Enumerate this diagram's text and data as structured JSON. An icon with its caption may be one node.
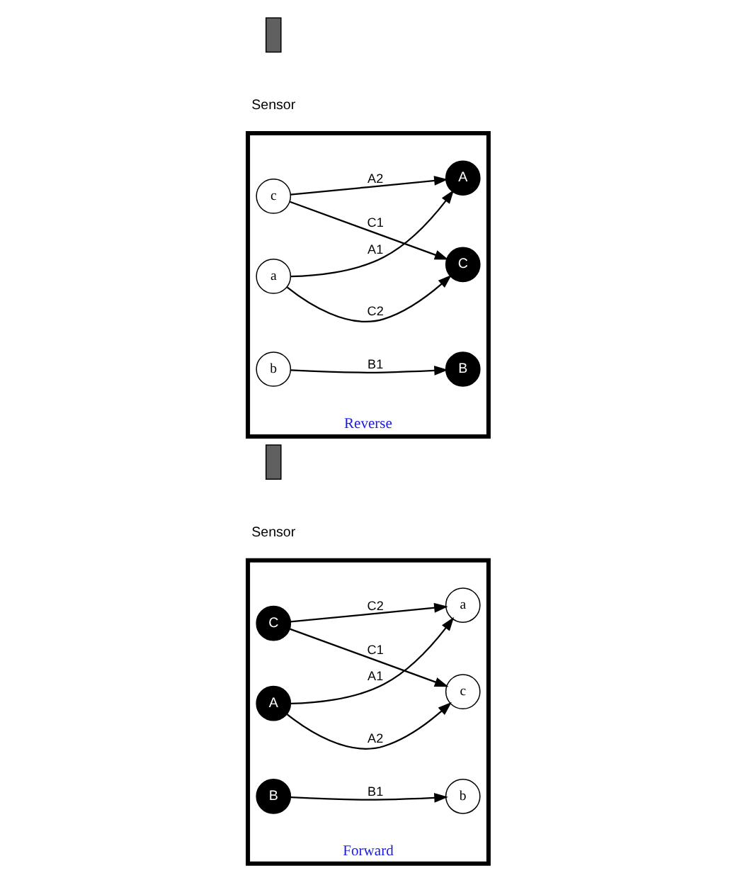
{
  "diagram": {
    "nodes": [
      {
        "text": [
          "Forward"
        ]
      },
      {
        "text": [
          "A"
        ],
        "in": 0
      },
      {
        "text": [
          "B"
        ],
        "in": 0
      },
      {
        "text": [
          "C"
        ],
        "in": 0
      },
      {
        "text": [
          "a"
        ],
        "in": 0
      },
      {
        "text": [
          "b"
        ],
        "in": 0
      },
      {
        "text": [
          "c"
        ],
        "in": 0
      },
      {
        "text": [],
        "shape": "box",
        "beside": [
          "Sensor"
        ]
      },
      {
        "text": [
          "Reverse"
        ]
      },
      {
        "text": [
          "A"
        ],
        "in": 8
      },
      {
        "text": [
          "B"
        ],
        "in": 8
      },
      {
        "text": [
          "C"
        ],
        "in": 8
      },
      {
        "text": [
          "a"
        ],
        "in": 8
      },
      {
        "text": [
          "b"
        ],
        "in": 8
      },
      {
        "text": [
          "c"
        ],
        "in": 8
      },
      {
        "text": [],
        "shape": "box",
        "beside": [
          "Sensor"
        ]
      }
    ],
    "edges": [
      {
        "from": 1,
        "to": 4,
        "arrow": "to",
        "label": "A1"
      },
      {
        "from": 1,
        "to": 6,
        "arrow": "to",
        "label": "A2"
      },
      {
        "from": 2,
        "to": 5,
        "arrow": "to",
        "label": "B1"
      },
      {
        "from": 3,
        "to": 4,
        "arrow": "to",
        "label": "C2"
      },
      {
        "from": 3,
        "to": 6,
        "arrow": "to",
        "label": "C1"
      },
      {
        "from": 12,
        "to": 9,
        "arrow": "to",
        "label": "A1"
      },
      {
        "from": 14,
        "to": 9,
        "arrow": "to",
        "label": "A2"
      },
      {
        "from": 13,
        "to": 10,
        "arrow": "to",
        "label": "B1"
      },
      {
        "from": 12,
        "to": 11,
        "arrow": "to",
        "label": "C2"
      },
      {
        "from": 14,
        "to": 11,
        "arrow": "to",
        "label": "C1"
      }
    ]
  }
}
